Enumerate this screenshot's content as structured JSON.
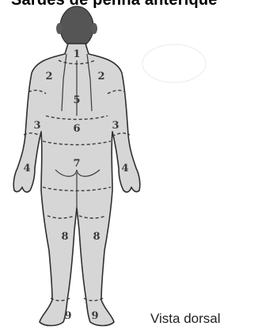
{
  "header": {
    "text": "Sardes de penna anterique"
  },
  "figure": {
    "caption": "Vista dorsal",
    "regions": {
      "r1": "1",
      "r2_left": "2",
      "r2_right": "2",
      "r5": "5",
      "r3_left": "3",
      "r3_right": "3",
      "r6": "6",
      "r4_left": "4",
      "r4_right": "4",
      "r7": "7",
      "r8_left": "8",
      "r8_right": "8",
      "r9_left": "9",
      "r9_right": "9"
    }
  }
}
